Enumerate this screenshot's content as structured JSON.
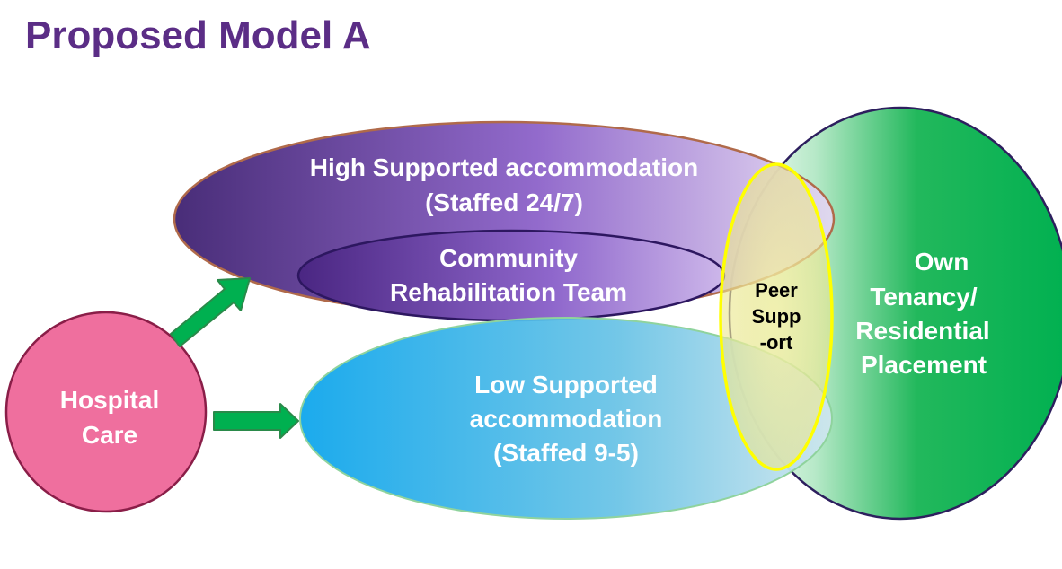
{
  "title": "Proposed Model A",
  "nodes": {
    "high_supported": {
      "line1": "High Supported accommodation",
      "line2": "(Staffed 24/7)"
    },
    "community_rehab": {
      "line1": "Community",
      "line2": "Rehabilitation Team"
    },
    "low_supported": {
      "line1": "Low Supported",
      "line2": "accommodation",
      "line3": "(Staffed 9-5)"
    },
    "hospital_care": {
      "line1": "Hospital",
      "line2": "Care"
    },
    "own_tenancy": {
      "line1": "Own",
      "line2": "Tenancy/",
      "line3": "Residential",
      "line4": "Placement"
    },
    "peer_support": {
      "line1": "Peer",
      "line2": "Supp",
      "line3": "-ort"
    }
  },
  "colors": {
    "title": "#5b2d86",
    "hospital": "#ef6f9e",
    "high_supported_dark": "#3b1d6e",
    "high_supported_light": "#d9c8ee",
    "low_supported_dark": "#17a8e8",
    "low_supported_light": "#b9dbe9",
    "own_tenancy": "#00b050",
    "peer_outline": "#ffff00",
    "arrow": "#00b050"
  }
}
